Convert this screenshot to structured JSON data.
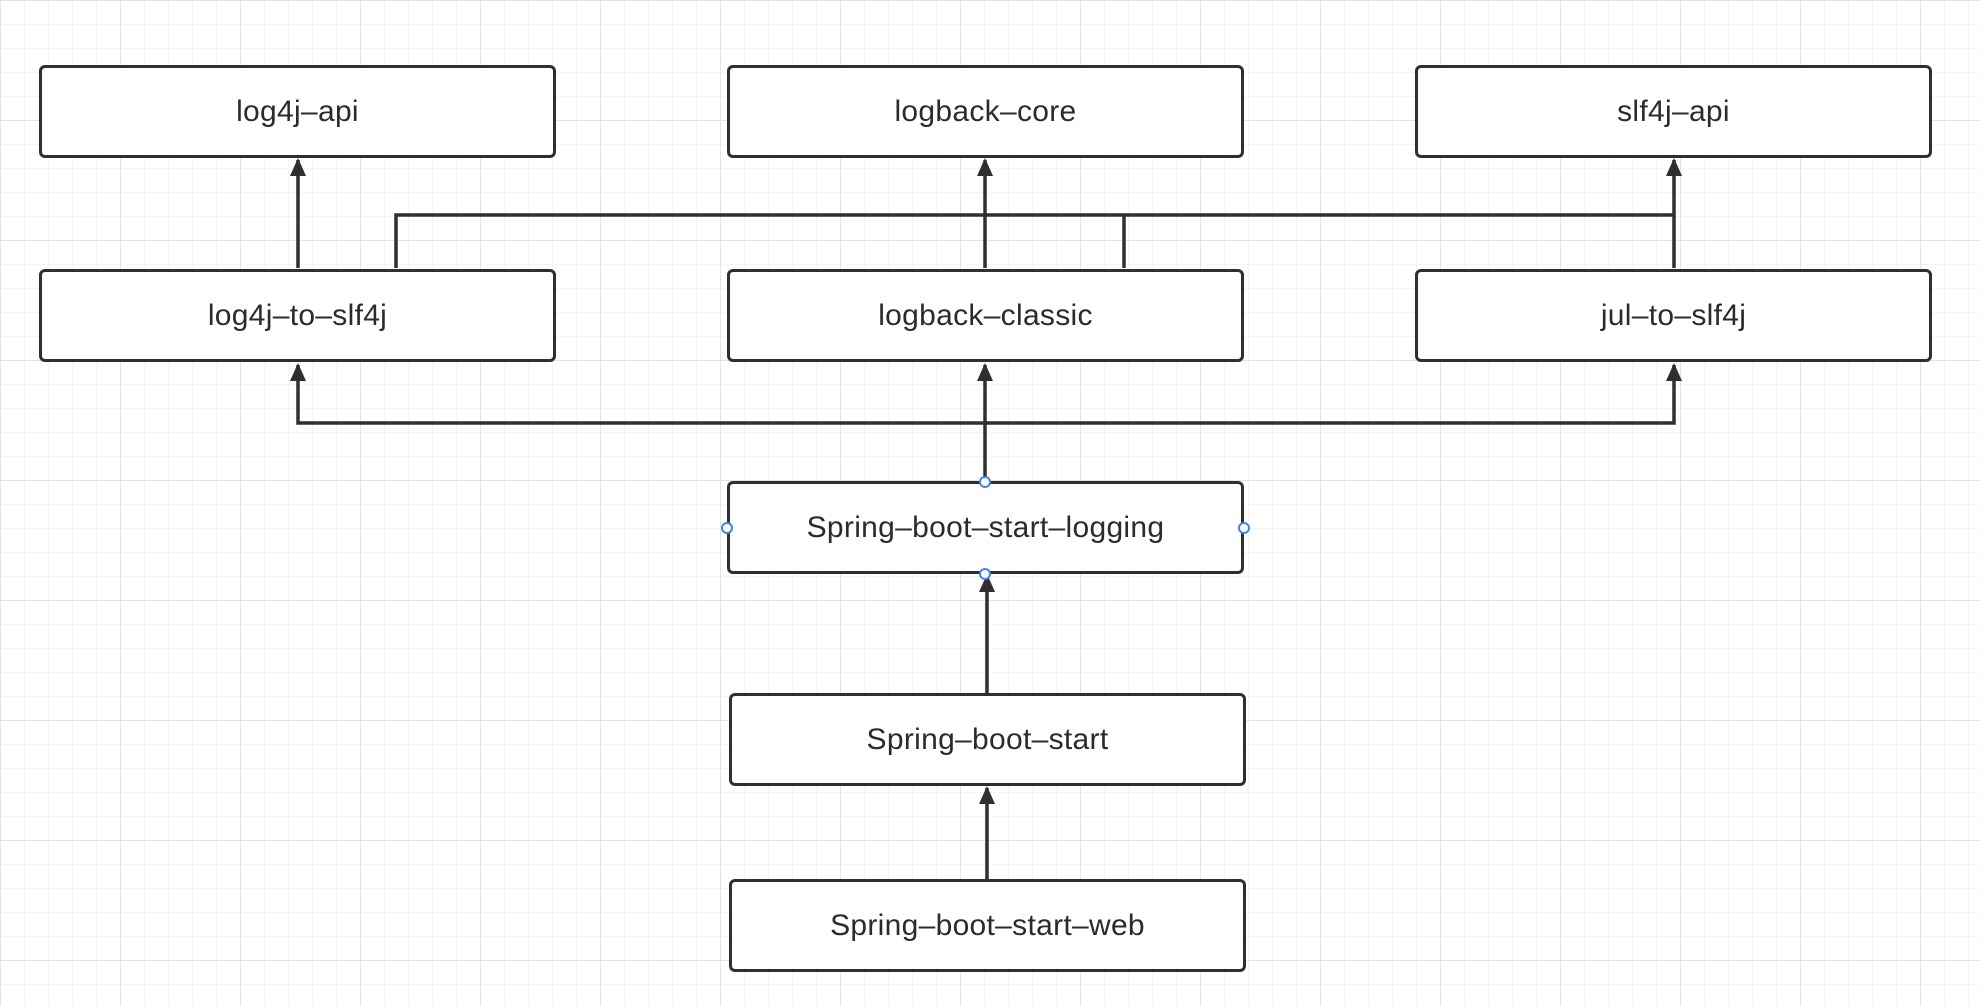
{
  "diagram": {
    "nodes": [
      {
        "id": "log4j-api",
        "label": "log4j–api"
      },
      {
        "id": "logback-core",
        "label": "logback–core"
      },
      {
        "id": "slf4j-api",
        "label": "slf4j–api"
      },
      {
        "id": "log4j-to-slf4j",
        "label": "log4j–to–slf4j"
      },
      {
        "id": "logback-classic",
        "label": "logback–classic"
      },
      {
        "id": "jul-to-slf4j",
        "label": "jul–to–slf4j"
      },
      {
        "id": "spring-boot-start-logging",
        "label": "Spring–boot–start–logging"
      },
      {
        "id": "spring-boot-start",
        "label": "Spring–boot–start"
      },
      {
        "id": "spring-boot-start-web",
        "label": "Spring–boot–start–web"
      }
    ],
    "edges": [
      {
        "from": "log4j-to-slf4j",
        "to": "log4j-api"
      },
      {
        "from": "log4j-to-slf4j",
        "to": "slf4j-api"
      },
      {
        "from": "logback-classic",
        "to": "logback-core"
      },
      {
        "from": "logback-classic",
        "to": "slf4j-api"
      },
      {
        "from": "jul-to-slf4j",
        "to": "slf4j-api"
      },
      {
        "from": "spring-boot-start-logging",
        "to": "log4j-to-slf4j"
      },
      {
        "from": "spring-boot-start-logging",
        "to": "logback-classic"
      },
      {
        "from": "spring-boot-start-logging",
        "to": "jul-to-slf4j"
      },
      {
        "from": "spring-boot-start",
        "to": "spring-boot-start-logging"
      },
      {
        "from": "spring-boot-start-web",
        "to": "spring-boot-start"
      }
    ],
    "selected_node": "spring-boot-start-logging",
    "colors": {
      "stroke": "#2f2f2f",
      "text": "#2b2b2b",
      "selection_handle": "#3f86e0",
      "grid_major": "#e3e3e3",
      "grid_minor": "#f4f4f4"
    }
  }
}
